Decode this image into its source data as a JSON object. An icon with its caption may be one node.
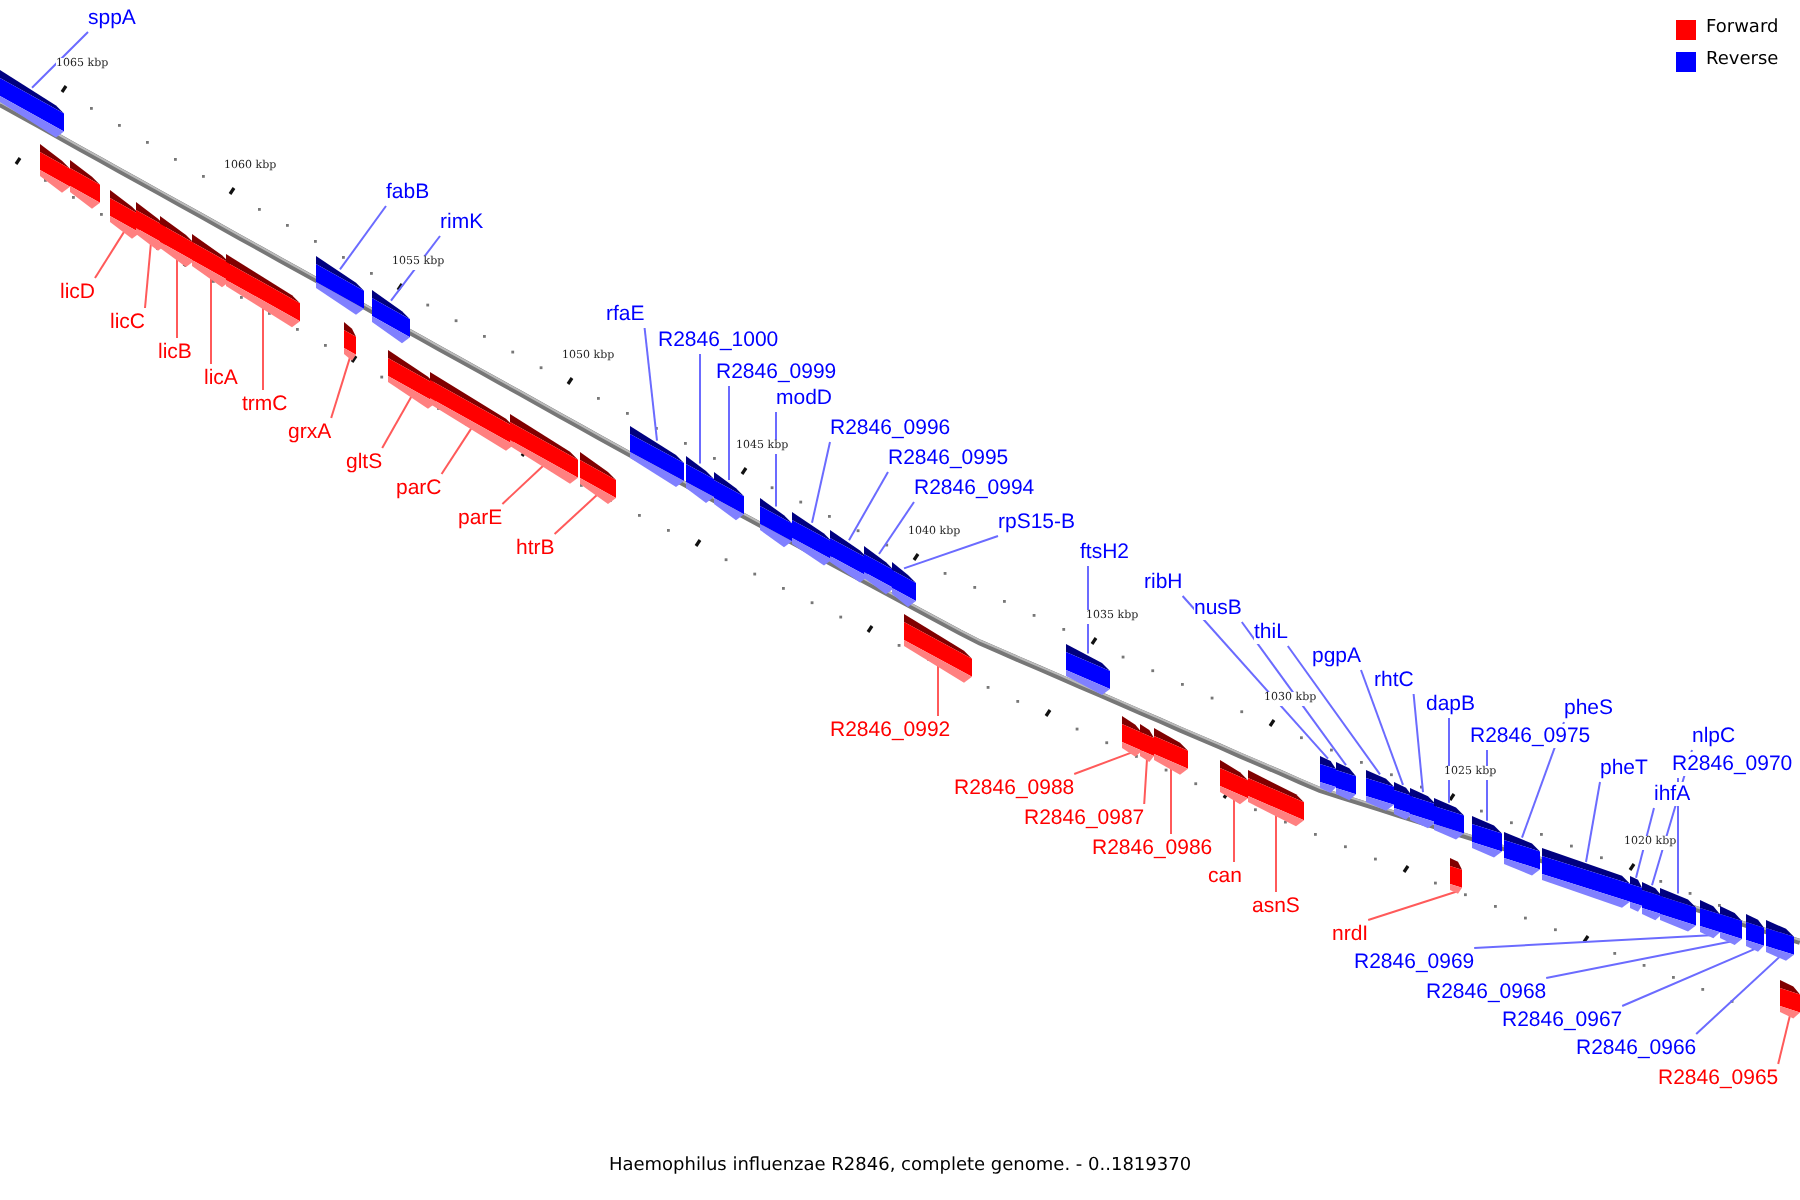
{
  "diagram": {
    "caption": "Haemophilus influenzae R2846, complete genome. - 0..1819370",
    "nodes": [
      {
        "text": [],
        "shape": "box"
      },
      {
        "text": [],
        "shape": "box"
      },
      {
        "text": [],
        "shape": "box"
      },
      {
        "text": [],
        "shape": "box"
      },
      {
        "text": [],
        "shape": "box"
      },
      {
        "text": [],
        "shape": "box"
      },
      {
        "text": [],
        "shape": "box"
      },
      {
        "text": [],
        "shape": "box"
      },
      {
        "text": [],
        "shape": "box"
      },
      {
        "text": [],
        "shape": "box"
      },
      {
        "text": [],
        "shape": "box"
      },
      {
        "text": [],
        "shape": "box"
      },
      {
        "text": [],
        "shape": "box"
      },
      {
        "text": [],
        "shape": "box"
      },
      {
        "text": [],
        "shape": "box"
      },
      {
        "text": [],
        "shape": "box"
      },
      {
        "text": [],
        "shape": "box"
      },
      {
        "text": [],
        "shape": "box"
      },
      {
        "text": [],
        "shape": "box"
      },
      {
        "text": [],
        "shape": "box"
      },
      {
        "text": [],
        "shape": "box"
      },
      {
        "text": [],
        "shape": "box"
      },
      {
        "text": [],
        "shape": "box"
      },
      {
        "text": [],
        "shape": "box"
      },
      {
        "text": [],
        "shape": "box"
      },
      {
        "text": [],
        "shape": "box"
      },
      {
        "text": [],
        "shape": "box"
      },
      {
        "text": [],
        "shape": "box"
      },
      {
        "text": [],
        "shape": "box"
      },
      {
        "text": [],
        "shape": "box"
      },
      {
        "text": [],
        "shape": "box"
      },
      {
        "text": [],
        "shape": "box"
      },
      {
        "text": [],
        "shape": "box"
      },
      {
        "text": [],
        "shape": "box"
      },
      {
        "text": [],
        "shape": "box"
      },
      {
        "text": [],
        "shape": "box"
      },
      {
        "text": [],
        "shape": "box"
      },
      {
        "text": [],
        "shape": "box"
      },
      {
        "text": [],
        "shape": "box"
      },
      {
        "text": [],
        "shape": "box"
      },
      {
        "text": [],
        "shape": "box"
      },
      {
        "text": [],
        "shape": "box"
      },
      {
        "text": [],
        "shape": "box"
      },
      {
        "text": [],
        "shape": "box"
      },
      {
        "text": [],
        "shape": "box"
      },
      {
        "text": [],
        "shape": "box"
      },
      {
        "text": [],
        "shape": "box"
      },
      {
        "text": [],
        "shape": "box"
      },
      {
        "text": [
          "sppA"
        ]
      },
      {
        "text": [
          "licD"
        ]
      },
      {
        "text": [
          "licC"
        ]
      },
      {
        "text": [
          "licB"
        ]
      },
      {
        "text": [
          "licA"
        ]
      },
      {
        "text": [
          "trmC"
        ]
      },
      {
        "text": [
          "fabB"
        ]
      },
      {
        "text": [
          "grxA"
        ]
      },
      {
        "text": [
          "rimK"
        ]
      },
      {
        "text": [
          "gltS"
        ]
      },
      {
        "text": [
          "parC"
        ]
      },
      {
        "text": [
          "parE"
        ]
      },
      {
        "text": [
          "htrB"
        ]
      },
      {
        "text": [
          "rfaE"
        ]
      },
      {
        "text": [
          "R2846_1000"
        ]
      },
      {
        "text": [
          "R2846_0999"
        ]
      },
      {
        "text": [
          "modD"
        ]
      },
      {
        "text": [
          "R2846_0996"
        ]
      },
      {
        "text": [
          "R2846_0995"
        ]
      },
      {
        "text": [
          "R2846_0994"
        ]
      },
      {
        "text": [
          "rpS15-B"
        ]
      },
      {
        "text": [
          "R2846_0992"
        ]
      },
      {
        "text": [
          "ftsH2"
        ]
      },
      {
        "text": [
          "R2846_0988"
        ]
      },
      {
        "text": [
          "R2846_0987"
        ]
      },
      {
        "text": [
          "R2846_0986"
        ]
      },
      {
        "text": [
          "can"
        ]
      },
      {
        "text": [
          "asnS"
        ]
      },
      {
        "text": [
          "ribH"
        ]
      },
      {
        "text": [
          "nusB"
        ]
      },
      {
        "text": [
          "thiL"
        ]
      },
      {
        "text": [
          "pgpA"
        ]
      },
      {
        "text": [
          "rhtC"
        ]
      },
      {
        "text": [
          "dapB"
        ]
      },
      {
        "text": [
          "nrdI"
        ]
      },
      {
        "text": [
          "R2846_0975"
        ]
      },
      {
        "text": [
          "pheS"
        ]
      },
      {
        "text": [
          "pheT"
        ]
      },
      {
        "text": [
          "ihfA"
        ]
      },
      {
        "text": [
          "nlpC"
        ]
      },
      {
        "text": [
          "R2846_0970"
        ]
      },
      {
        "text": [
          "R2846_0969"
        ]
      },
      {
        "text": [
          "R2846_0968"
        ]
      },
      {
        "text": [
          "R2846_0967"
        ]
      },
      {
        "text": [
          "R2846_0966"
        ]
      },
      {
        "text": [
          "R2846_0965"
        ]
      }
    ],
    "edges": [
      {
        "from": 48,
        "to": 0,
        "arrow": "none"
      },
      {
        "from": 49,
        "to": 3,
        "arrow": "none",
        "color": "#ff5a5a"
      },
      {
        "from": 50,
        "to": 4,
        "arrow": "none",
        "color": "#ff5a5a"
      },
      {
        "from": 51,
        "to": 5,
        "arrow": "none",
        "color": "#ff5a5a"
      },
      {
        "from": 52,
        "to": 6,
        "arrow": "none",
        "color": "#ff5a5a"
      },
      {
        "from": 53,
        "to": 7,
        "arrow": "none",
        "color": "#ff5a5a"
      },
      {
        "from": 54,
        "to": 8,
        "arrow": "none"
      },
      {
        "from": 55,
        "to": 9,
        "arrow": "none",
        "color": "#ff5a5a"
      },
      {
        "from": 56,
        "to": 10,
        "arrow": "none"
      },
      {
        "from": 57,
        "to": 11,
        "arrow": "none",
        "color": "#ff5a5a"
      },
      {
        "from": 58,
        "to": 12,
        "arrow": "none",
        "color": "#ff5a5a"
      },
      {
        "from": 59,
        "to": 13,
        "arrow": "none",
        "color": "#ff5a5a"
      },
      {
        "from": 60,
        "to": 14,
        "arrow": "none",
        "color": "#ff5a5a"
      },
      {
        "from": 61,
        "to": 15,
        "arrow": "none"
      },
      {
        "from": 62,
        "to": 16,
        "arrow": "none"
      },
      {
        "from": 63,
        "to": 17,
        "arrow": "none"
      },
      {
        "from": 64,
        "to": 18,
        "arrow": "none"
      },
      {
        "from": 65,
        "to": 19,
        "arrow": "none"
      },
      {
        "from": 66,
        "to": 20,
        "arrow": "none"
      },
      {
        "from": 67,
        "to": 21,
        "arrow": "none"
      },
      {
        "from": 68,
        "to": 22,
        "arrow": "none"
      },
      {
        "from": 69,
        "to": 23,
        "arrow": "none",
        "color": "#ff5a5a"
      },
      {
        "from": 70,
        "to": 24,
        "arrow": "none"
      },
      {
        "from": 71,
        "to": 25,
        "arrow": "none",
        "color": "#ff5a5a"
      },
      {
        "from": 72,
        "to": 26,
        "arrow": "none",
        "color": "#ff5a5a"
      },
      {
        "from": 73,
        "to": 27,
        "arrow": "none",
        "color": "#ff5a5a"
      },
      {
        "from": 74,
        "to": 28,
        "arrow": "none",
        "color": "#ff5a5a"
      },
      {
        "from": 75,
        "to": 29,
        "arrow": "none",
        "color": "#ff5a5a"
      },
      {
        "from": 76,
        "to": 30,
        "arrow": "none"
      },
      {
        "from": 77,
        "to": 31,
        "arrow": "none"
      },
      {
        "from": 78,
        "to": 32,
        "arrow": "none"
      },
      {
        "from": 79,
        "to": 33,
        "arrow": "none"
      },
      {
        "from": 80,
        "to": 34,
        "arrow": "none"
      },
      {
        "from": 81,
        "to": 35,
        "arrow": "none"
      },
      {
        "from": 82,
        "to": 36,
        "arrow": "none",
        "color": "#ff5a5a"
      },
      {
        "from": 83,
        "to": 37,
        "arrow": "none"
      },
      {
        "from": 84,
        "to": 38,
        "arrow": "none"
      },
      {
        "from": 85,
        "to": 39,
        "arrow": "none"
      },
      {
        "from": 86,
        "to": 40,
        "arrow": "none"
      },
      {
        "from": 87,
        "to": 41,
        "arrow": "none"
      },
      {
        "from": 88,
        "to": 42,
        "arrow": "none"
      },
      {
        "from": 89,
        "to": 43,
        "arrow": "none"
      },
      {
        "from": 90,
        "to": 44,
        "arrow": "none"
      },
      {
        "from": 91,
        "to": 45,
        "arrow": "none"
      },
      {
        "from": 92,
        "to": 46,
        "arrow": "none"
      },
      {
        "from": 93,
        "to": 47,
        "arrow": "none",
        "color": "#ff5a5a"
      }
    ],
    "labels": [
      "1065 kbp",
      "1060 kbp",
      "1055 kbp",
      "1050 kbp",
      "1045 kbp",
      "1040 kbp",
      "1035 kbp",
      "1030 kbp",
      "1025 kbp",
      "1020 kbp"
    ],
    "legend": [
      {
        "text": "Forward",
        "color": "#ff0000"
      },
      {
        "text": "Reverse",
        "color": "#0000ff"
      }
    ]
  }
}
